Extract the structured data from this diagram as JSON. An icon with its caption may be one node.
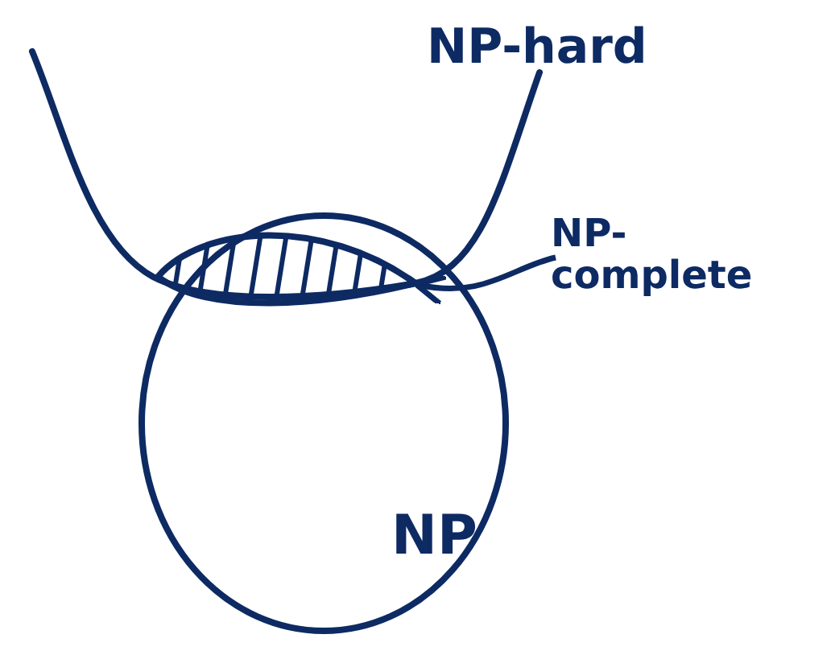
{
  "diagram": {
    "nodes": [
      {
        "text": [
          "NP-hard"
        ]
      },
      {
        "text": [
          "NP"
        ]
      },
      {
        "text": [
          "NP-complete"
        ]
      },
      {
        "text": [],
        "shape": "lens"
      }
    ],
    "edges": [
      {
        "from": 2,
        "to": 3,
        "arrow": "to"
      }
    ]
  }
}
